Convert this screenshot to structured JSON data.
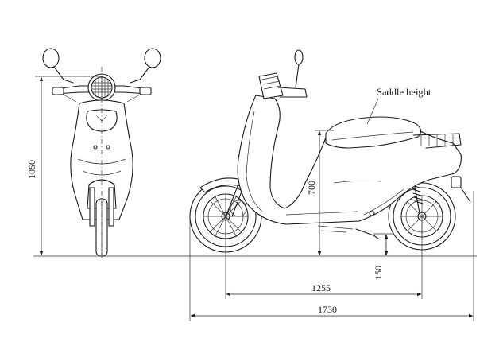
{
  "dimensions": {
    "overall_height": "1050",
    "seat_height": "700",
    "ground_clearance": "150",
    "wheelbase": "1255",
    "overall_length": "1730"
  },
  "labels": {
    "saddle_height": "Saddle height"
  }
}
